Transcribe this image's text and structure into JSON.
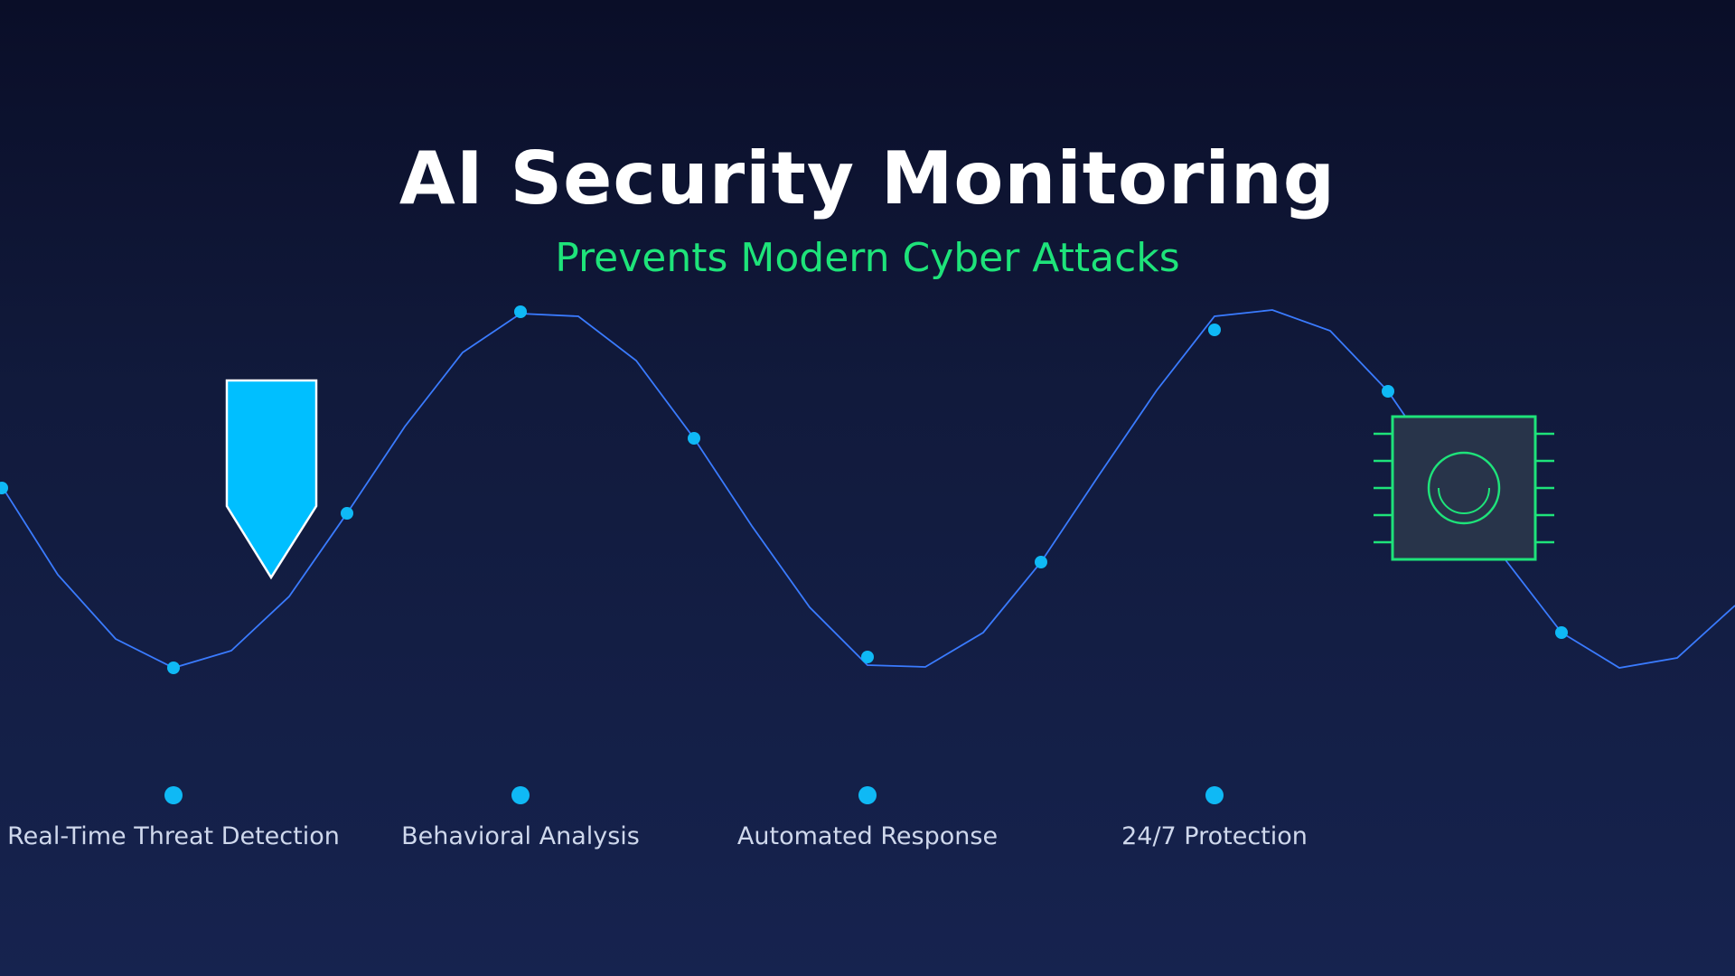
{
  "header": {
    "title": "AI Security Monitoring",
    "subtitle": "Prevents Modern Cyber Attacks"
  },
  "features": [
    {
      "label": "Real-Time Threat Detection"
    },
    {
      "label": "Behavioral Analysis"
    },
    {
      "label": "Automated Response"
    },
    {
      "label": "24/7 Protection"
    }
  ],
  "icons": {
    "shield": "shield-icon",
    "chip": "ai-chip-icon"
  },
  "colors": {
    "background_top": "#0a0e28",
    "background_bottom": "#16234f",
    "wave_line": "#3a7bff",
    "wave_dot": "#0fb9f5",
    "title": "#ffffff",
    "subtitle": "#1ee37a",
    "shield_fill": "#00bfff",
    "chip_stroke": "#1ee37a",
    "chip_fill": "#28344a",
    "label_text": "#cfd8ec"
  }
}
